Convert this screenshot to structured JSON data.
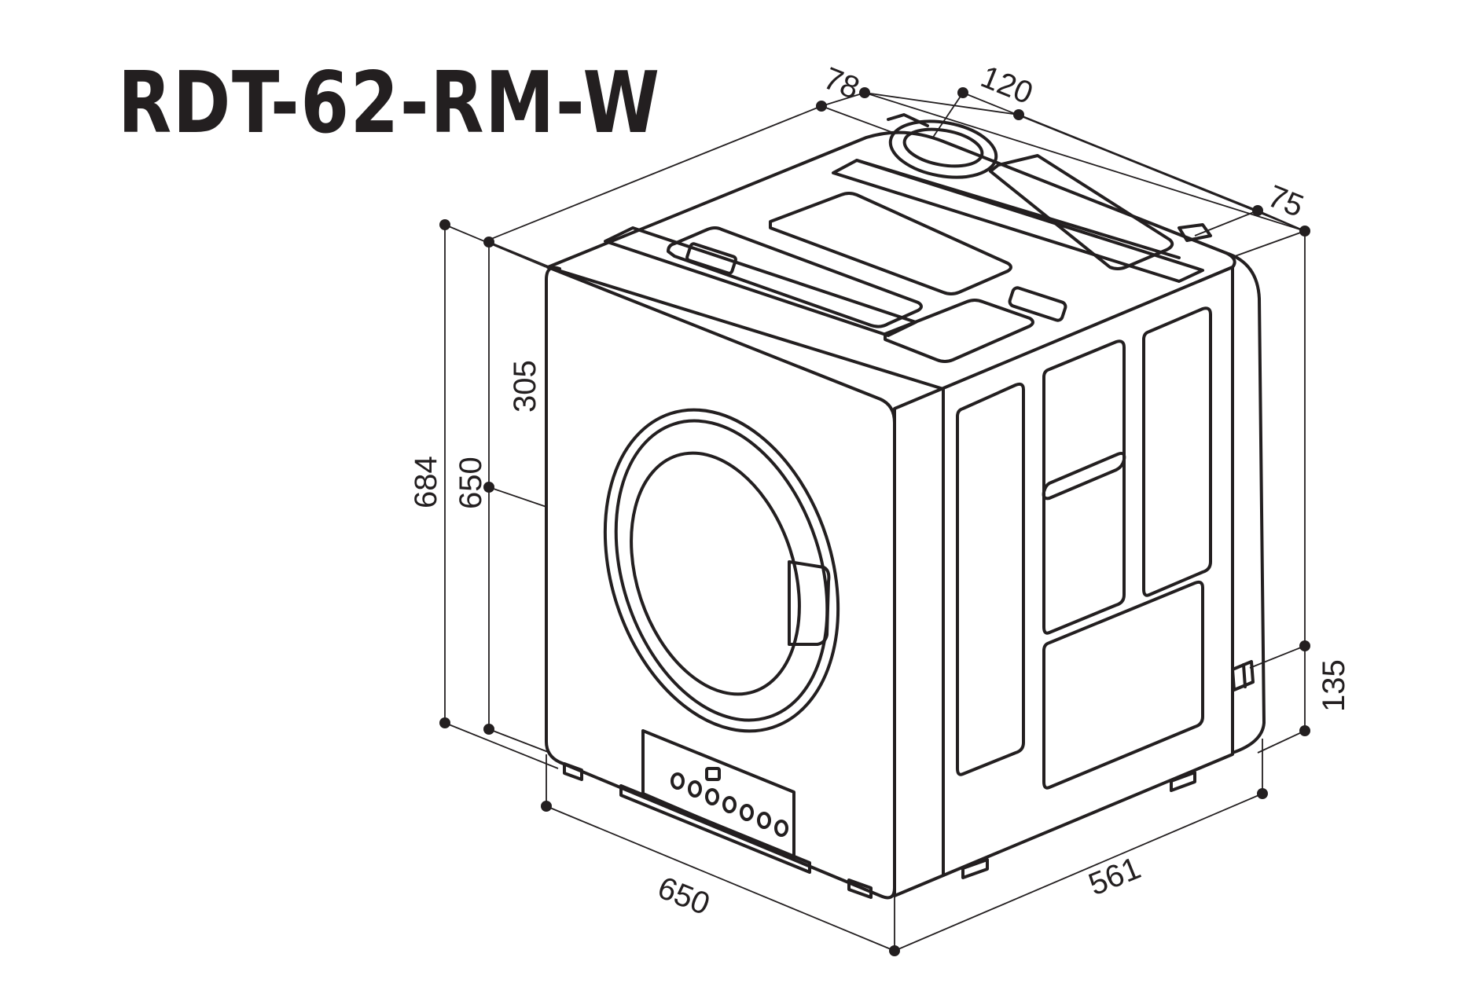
{
  "title": "RDT-62-RM-W",
  "colors": {
    "line": "#231f20",
    "background": "#ffffff"
  },
  "dimensions": {
    "top_rear_left": "78",
    "top_rear_mid": "120",
    "top_rear_right": "75",
    "front_height_upper": "305",
    "total_height": "684",
    "body_height": "650",
    "front_width": "650",
    "side_depth": "561",
    "rear_bottom": "135"
  }
}
